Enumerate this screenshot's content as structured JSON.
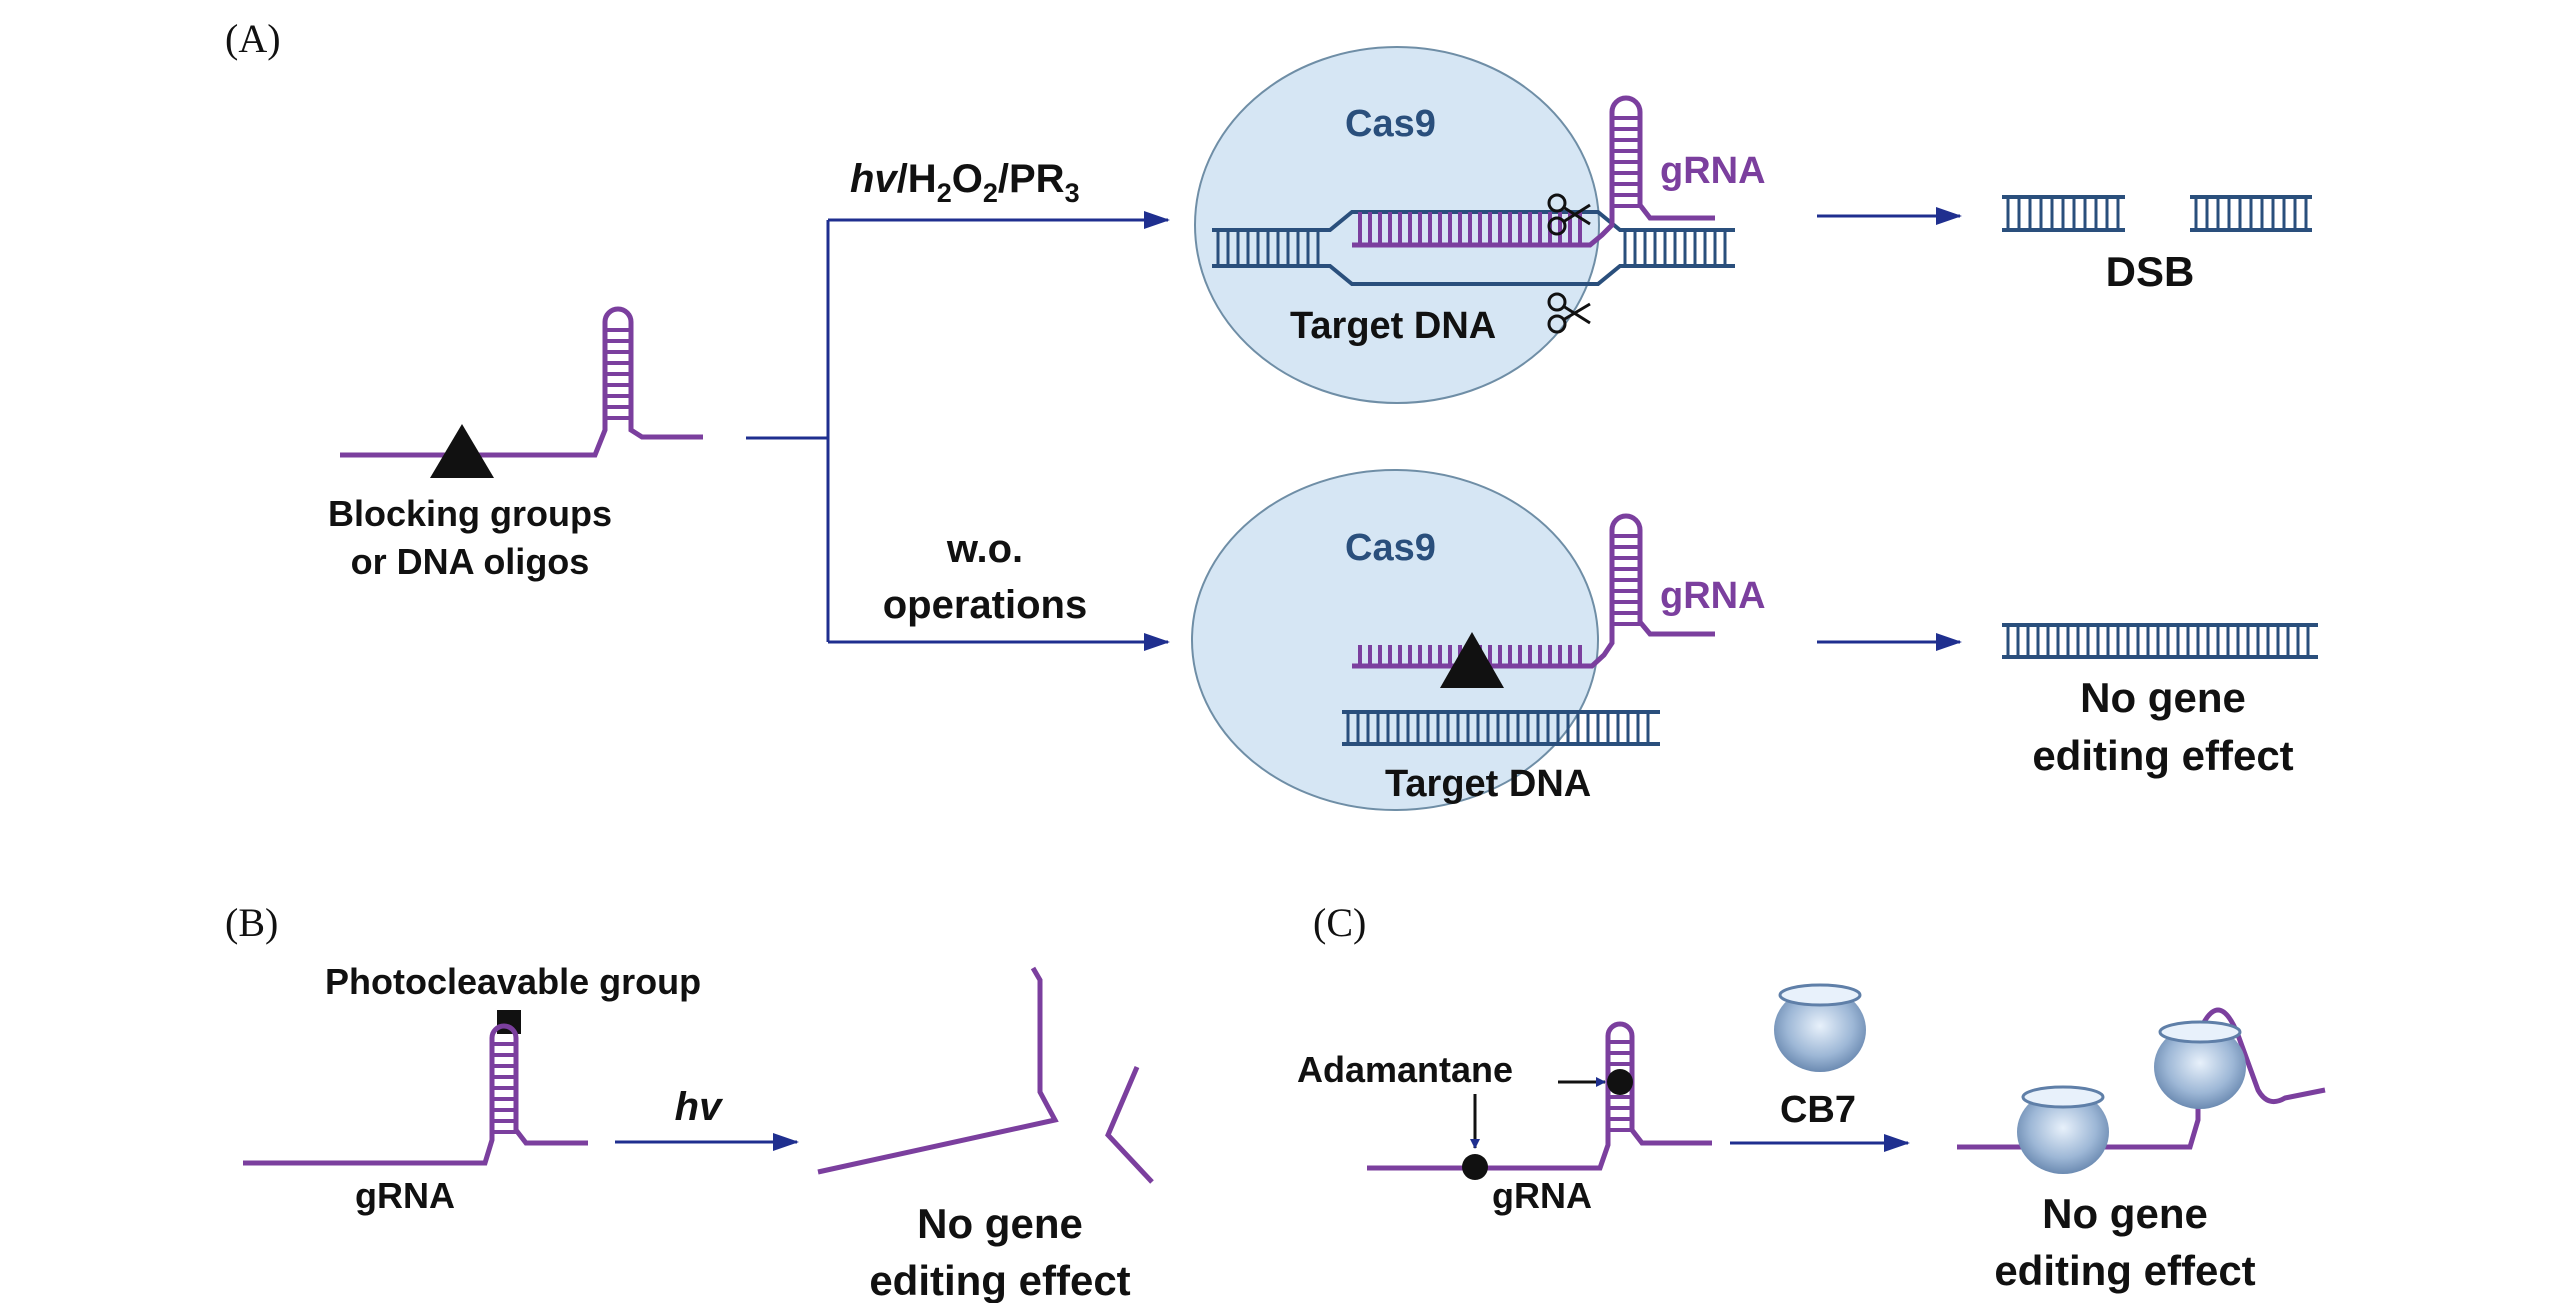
{
  "colors": {
    "rna": "#7b3f9e",
    "dna": "#2a4f7c",
    "arrow": "#1f2f8f",
    "cell_fill": "#d6e6f4",
    "cell_stroke": "#6f8ea6",
    "text": "#111111"
  },
  "panel_a": {
    "panel_label": "(A)",
    "input_label_line1": "Blocking groups",
    "input_label_line2": "or DNA oligos",
    "top_condition_hv": "hv",
    "top_condition_h": "/H",
    "top_condition_sub1": "2",
    "top_condition_o": "O",
    "top_condition_sub2": "2",
    "top_condition_pr": "/PR",
    "top_condition_sub3": "3",
    "bottom_condition_line1": "w.o.",
    "bottom_condition_line2": "operations",
    "top_cas9": "Cas9",
    "top_grna": "gRNA",
    "top_target_dna": "Target DNA",
    "bottom_cas9": "Cas9",
    "bottom_grna": "gRNA",
    "bottom_target_dna": "Target DNA",
    "top_result": "DSB",
    "bottom_result_line1": "No gene",
    "bottom_result_line2": "editing effect"
  },
  "panel_b": {
    "panel_label": "(B)",
    "group_label": "Photocleavable group",
    "grna_label": "gRNA",
    "arrow_label": "hv",
    "result_line1": "No gene",
    "result_line2": "editing effect"
  },
  "panel_c": {
    "panel_label": "(C)",
    "adamantane_label": "Adamantane",
    "grna_label": "gRNA",
    "arrow_label": "CB7",
    "result_line1": "No gene",
    "result_line2": "editing effect"
  }
}
